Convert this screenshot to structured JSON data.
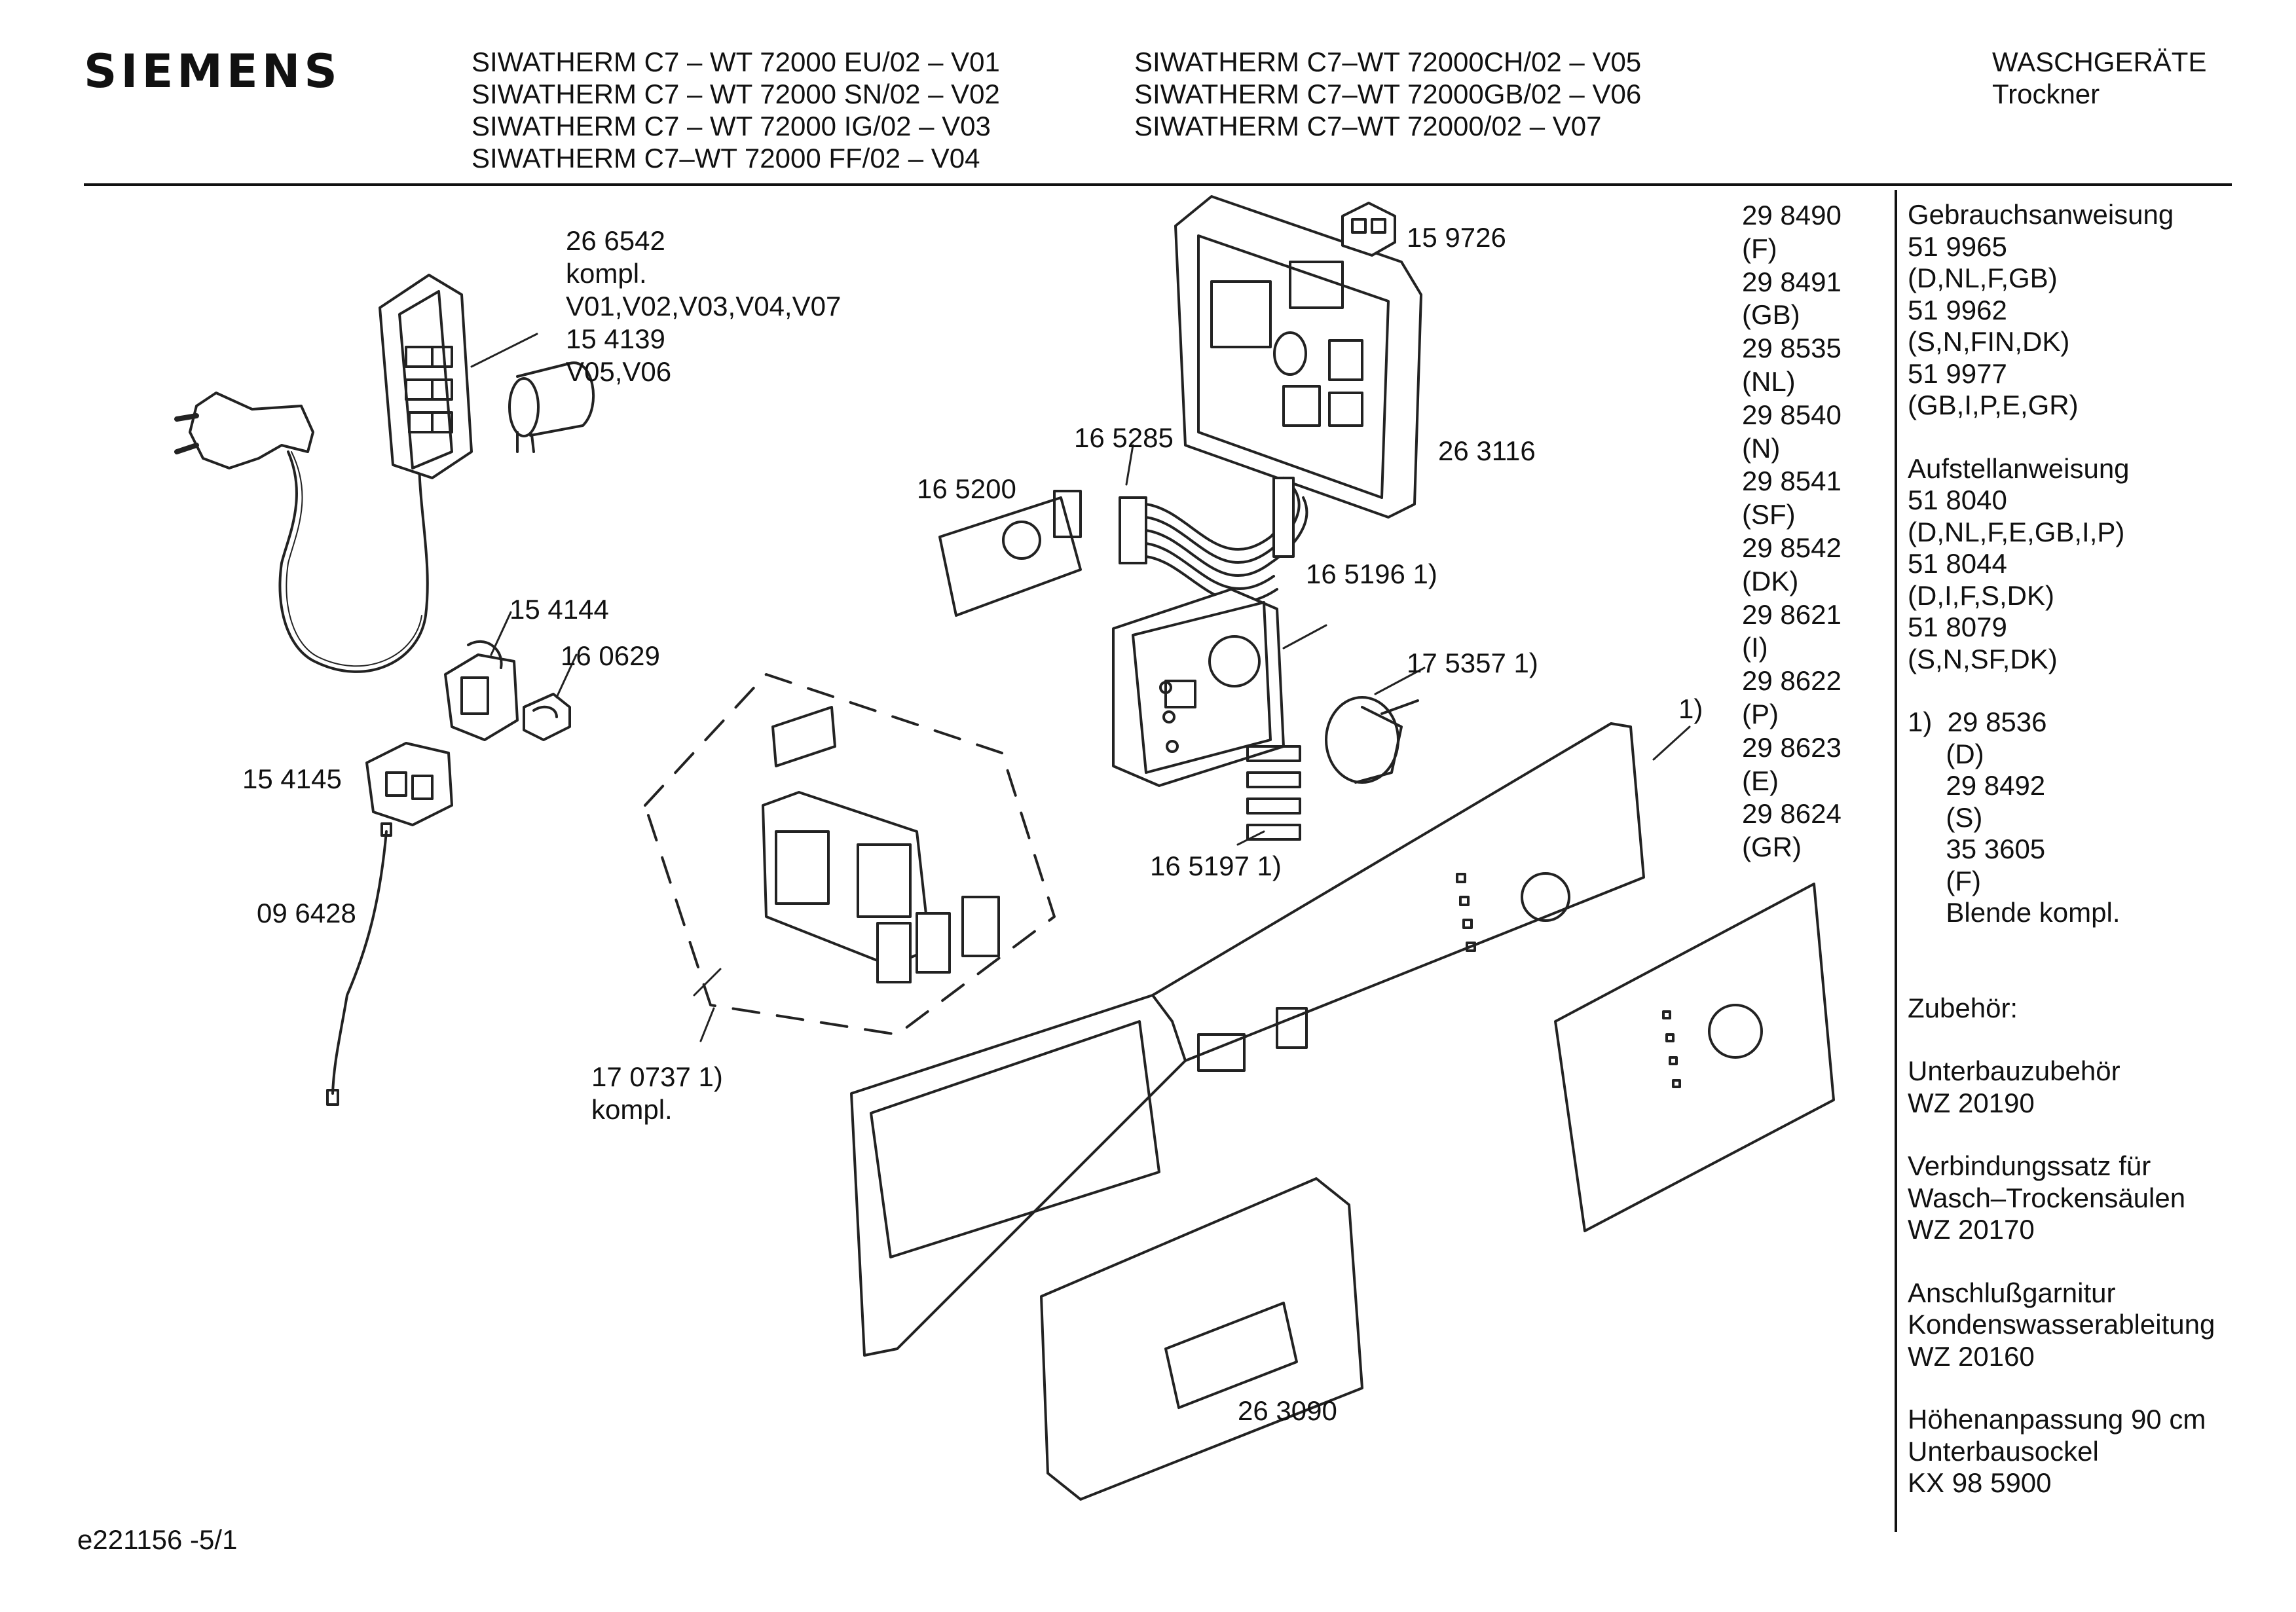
{
  "header": {
    "brand": "SIEMENS",
    "models_col1": [
      "SIWATHERM C7 – WT 72000 EU/02 – V01",
      "SIWATHERM C7 – WT 72000 SN/02 – V02",
      "SIWATHERM C7 – WT 72000 IG/02 – V03",
      "SIWATHERM C7–WT 72000 FF/02 – V04"
    ],
    "models_col2": [
      "SIWATHERM C7–WT 72000CH/02 – V05",
      "SIWATHERM C7–WT 72000GB/02 – V06",
      "SIWATHERM C7–WT 72000/02 – V07"
    ],
    "category": "WASCHGERÄTE",
    "subcategory": "Trockner"
  },
  "parts": {
    "p266542": "26 6542",
    "p266542_kompl": "kompl.",
    "p266542_versions": "V01,V02,V03,V04,V07",
    "p154139": "15 4139",
    "p154139_versions": "V05,V06",
    "p159726": "15 9726",
    "p263116": "26 3116",
    "p165285": "16 5285",
    "p165200": "16 5200",
    "p165196": "16 5196 1)",
    "p175357": "17 5357 1)",
    "p154144": "15 4144",
    "p160629": "16 0629",
    "p154145": "15 4145",
    "p096428": "09 6428",
    "p165197": "16 5197 1)",
    "p170737": "17 0737 1)",
    "p170737_kompl": "kompl.",
    "p263090": "26 3090",
    "footnote_marker": "1)"
  },
  "middle_list": [
    "29 8490",
    "(F)",
    "29 8491",
    "(GB)",
    "29 8535",
    "(NL)",
    "29 8540",
    "(N)",
    "29 8541",
    "(SF)",
    "29 8542",
    "(DK)",
    "29 8621",
    "(I)",
    "29 8622",
    "(P)",
    "29 8623",
    "(E)",
    "29 8624",
    "(GR)"
  ],
  "right_column": {
    "manual_title": "Gebrauchsanweisung",
    "manual_lines": [
      "51 9965",
      "(D,NL,F,GB)",
      "51 9962",
      "(S,N,FIN,DK)",
      "51 9977",
      "(GB,I,P,E,GR)"
    ],
    "install_title": "Aufstellanweisung",
    "install_lines": [
      "51 8040",
      "(D,NL,F,E,GB,I,P)",
      "51 8044",
      "(D,I,F,S,DK)",
      "51 8079",
      "(S,N,SF,DK)"
    ],
    "footnote_lines": [
      "1)  29 8536",
      "     (D)",
      "     29 8492",
      "     (S)",
      "     35 3605",
      "     (F)",
      "     Blende kompl."
    ],
    "accessories_title": "Zubehör:",
    "acc1": [
      "Unterbauzubehör",
      "WZ 20190"
    ],
    "acc2": [
      "Verbindungssatz für",
      "Wasch–Trockensäulen",
      "WZ 20170"
    ],
    "acc3": [
      "Anschlußgarnitur",
      "Kondenswasserableitung",
      "WZ 20160"
    ],
    "acc4": [
      "Höhenanpassung 90 cm",
      "Unterbausockel",
      "KX 98 5900"
    ]
  },
  "footer": "e221156 -5/1"
}
